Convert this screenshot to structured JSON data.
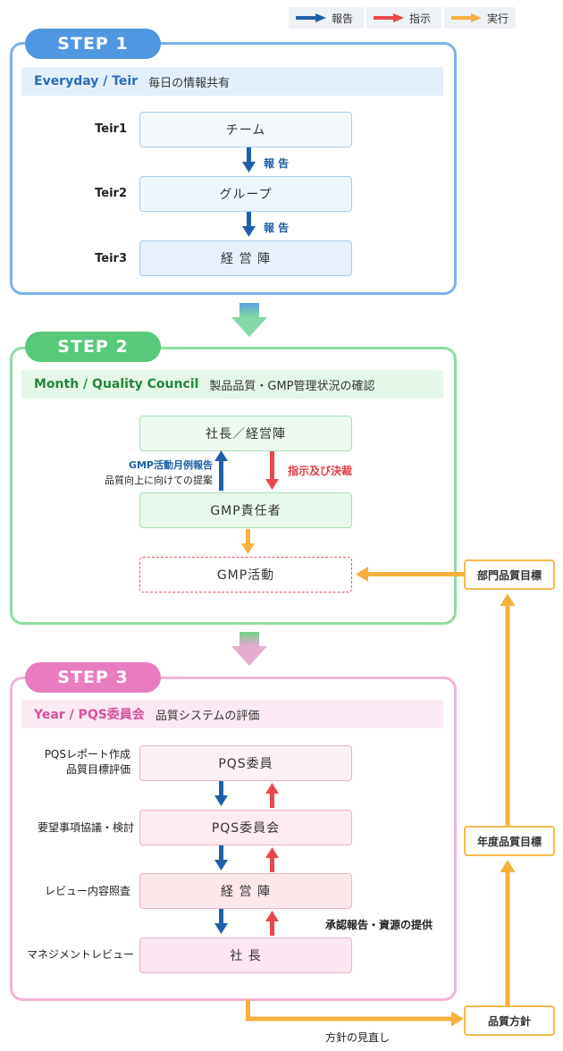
{
  "legend": {
    "report": "報告",
    "instruct": "指示",
    "execute": "実行"
  },
  "colors": {
    "report": "#1f5fa8",
    "instruct": "#e8474c",
    "execute": "#f7b03b",
    "step1": "#4f97e0",
    "step2": "#58c97a",
    "step3": "#e87cbf"
  },
  "step1": {
    "badge": "STEP 1",
    "title": "Everyday / Teir",
    "desc": "毎日の情報共有",
    "rows": [
      {
        "label": "Teir1",
        "node": "チーム"
      },
      {
        "label": "Teir2",
        "node": "グループ"
      },
      {
        "label": "Teir3",
        "node": "経 営 陣"
      }
    ],
    "arrow_labels": [
      "報 告",
      "報 告"
    ]
  },
  "step2": {
    "badge": "STEP 2",
    "title": "Month / Quality Council",
    "desc": "製品品質・GMP管理状況の確認",
    "node_top": "社長／経営陣",
    "node_mid": "GMP責任者",
    "node_bottom": "GMP活動",
    "up_label_1": "GMP活動月例報告",
    "up_label_2": "品質向上に向けての提案",
    "down_label": "指示及び決裁"
  },
  "step3": {
    "badge": "STEP 3",
    "title": "Year / PQS委員会",
    "desc": "品質システムの評価",
    "rows": [
      {
        "label_1": "PQSレポート作成",
        "label_2": "品質目標評価",
        "node": "PQS委員"
      },
      {
        "label_1": "要望事項協議・検討",
        "label_2": "",
        "node": "PQS委員会"
      },
      {
        "label_1": "レビュー内容照査",
        "label_2": "",
        "node": "経 営 陣"
      },
      {
        "label_1": "マネジメントレビュー",
        "label_2": "",
        "node": "社 長"
      }
    ],
    "right_note": "承認報告・資源の提供"
  },
  "side": {
    "dept_goal": "部門品質目標",
    "year_goal": "年度品質目標",
    "policy": "品質方針",
    "policy_review": "方針の見直し"
  }
}
